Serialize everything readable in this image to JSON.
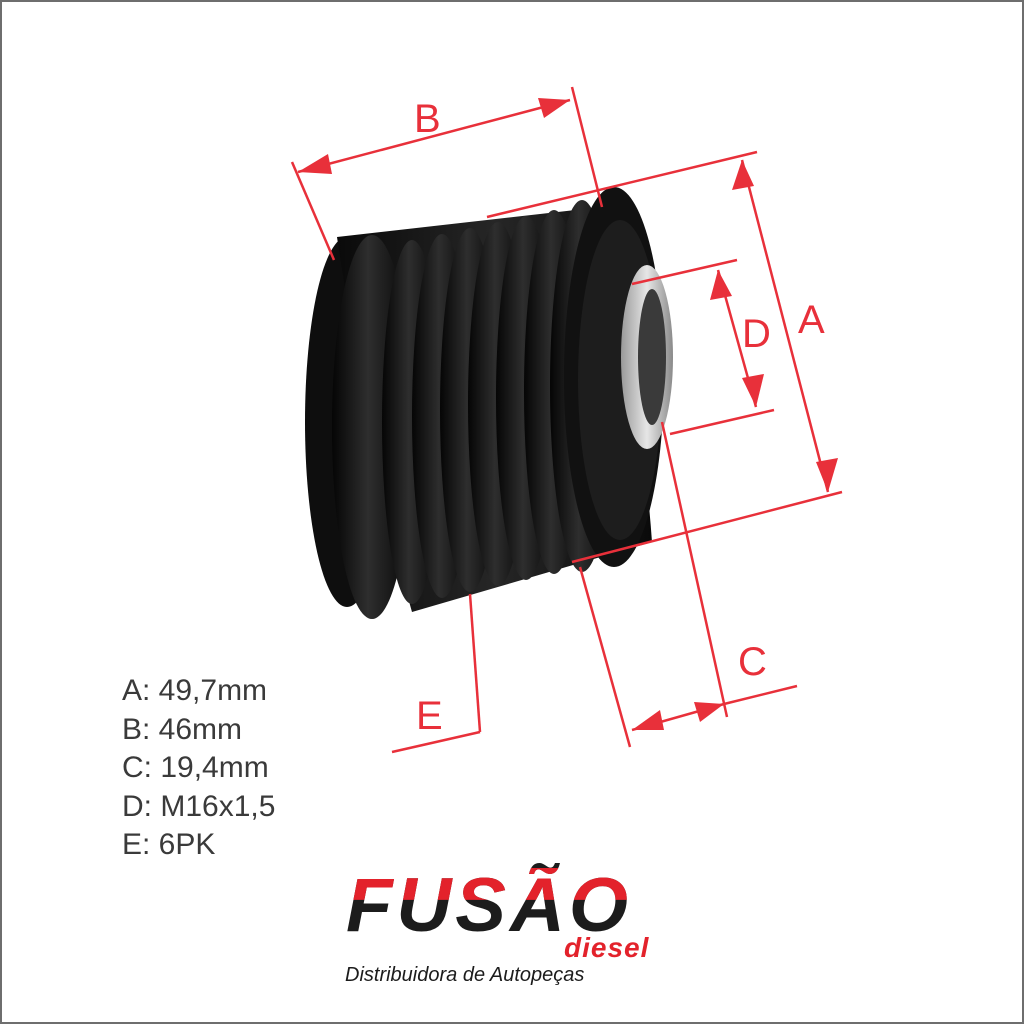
{
  "dimension_labels": {
    "a": "A",
    "b": "B",
    "c": "C",
    "d": "D",
    "e": "E"
  },
  "specs": [
    "A: 49,7mm",
    "B: 46mm",
    "C: 19,4mm",
    "D: M16x1,5",
    "E: 6PK"
  ],
  "logo": {
    "brand": "FUSÃO",
    "sub": "diesel",
    "tagline": "Distribuidora de Autopeças"
  },
  "colors": {
    "accent_red": "#e8303a",
    "part_black": "#141414",
    "text_gray": "#3a3a3a",
    "border": "#6e6e6e"
  }
}
